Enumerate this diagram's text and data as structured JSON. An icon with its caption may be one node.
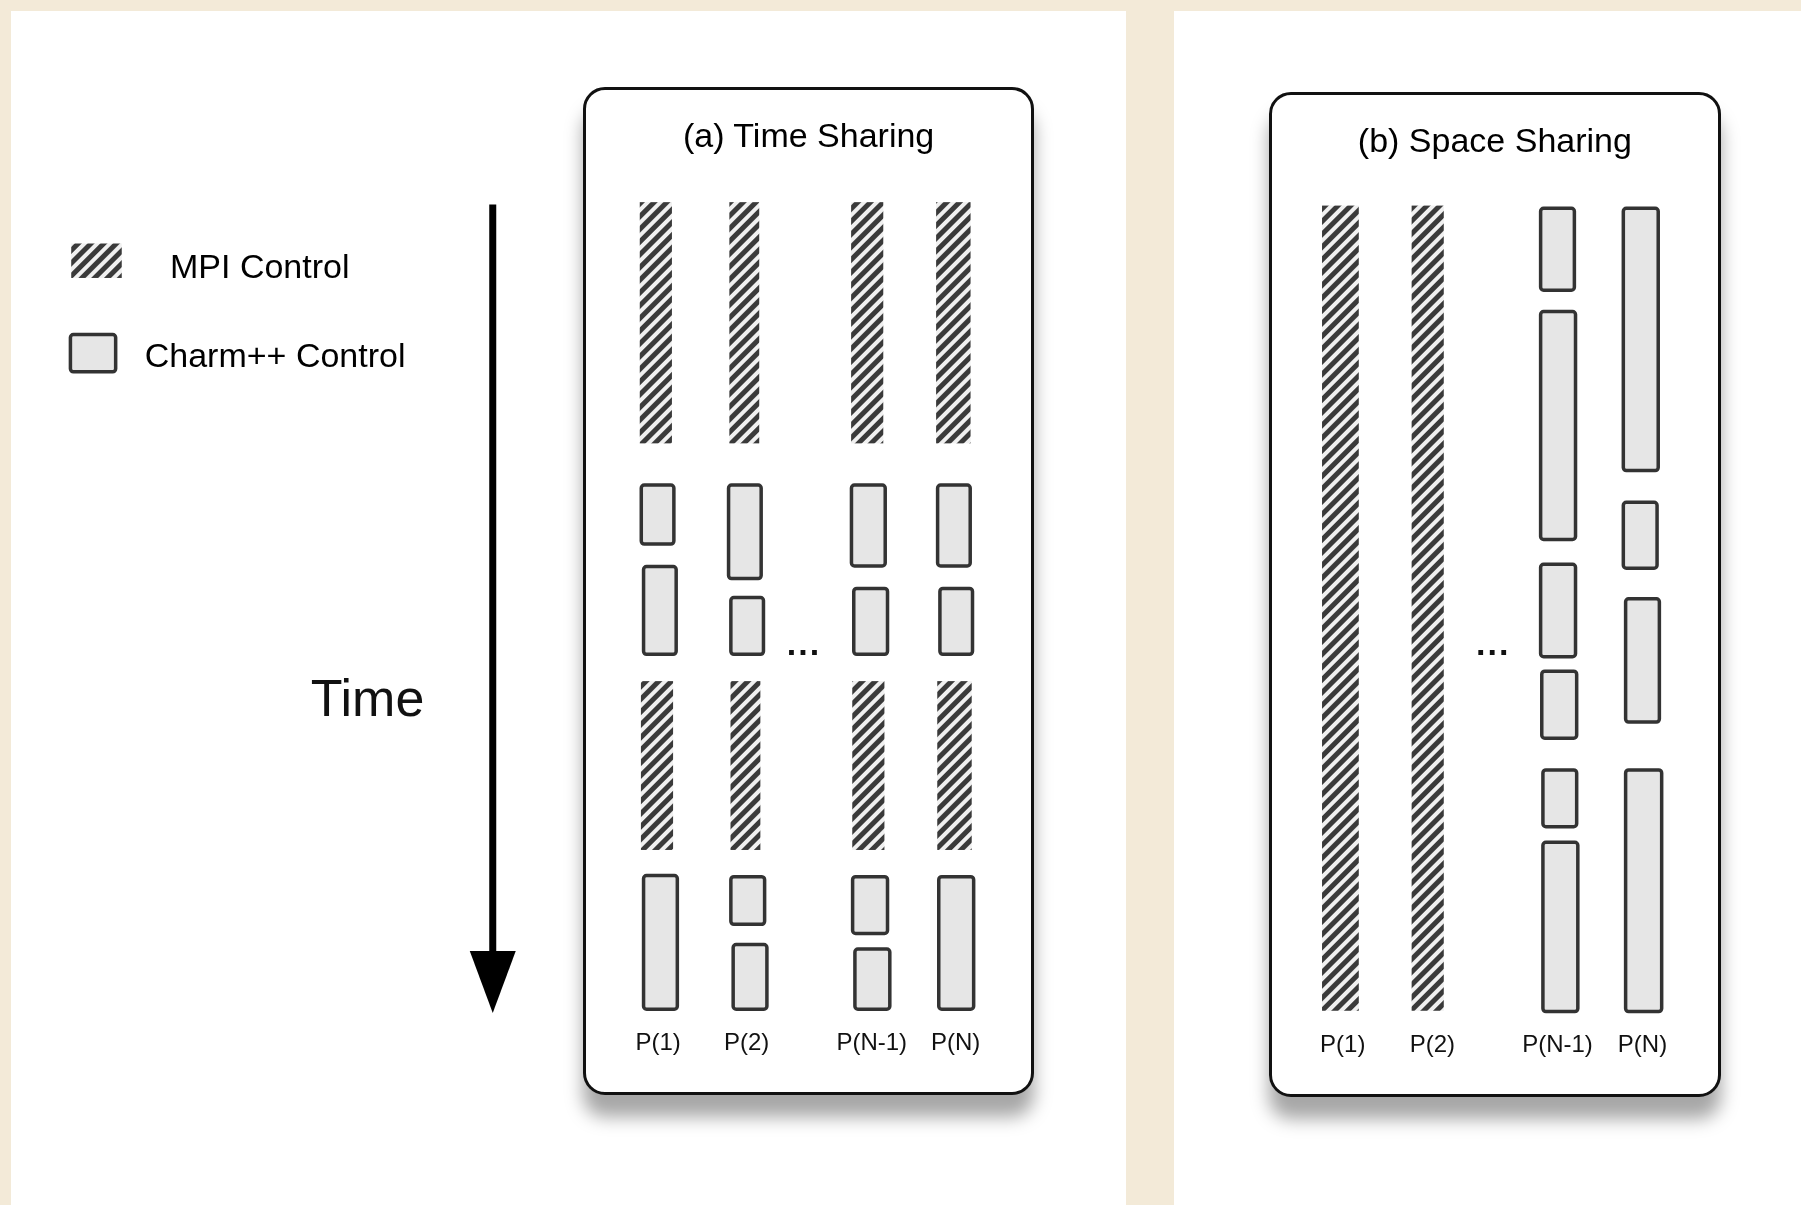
{
  "diagram": {
    "nodes": [
      {
        "text": [
          "(a) Time Sharing"
        ]
      },
      {
        "text": [
          "(b) Space Sharing"
        ]
      }
    ],
    "edges": [],
    "labels": [
      "Time",
      "...",
      "P(1)",
      "P(2)",
      "P(N-1)",
      "P(N)",
      "...",
      "P(1)",
      "P(2)",
      "P(N-1)",
      "P(N)"
    ],
    "legend": [
      {
        "text": "MPI Control"
      },
      {
        "text": "Charm++ Control"
      }
    ]
  }
}
